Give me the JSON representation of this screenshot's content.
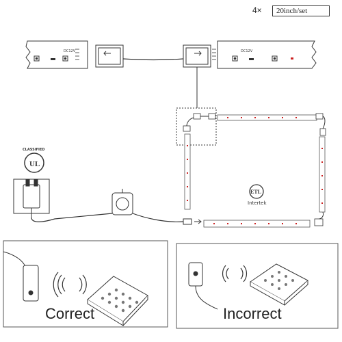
{
  "header": {
    "quantity": "4×",
    "length_per_set": "20inch/set"
  },
  "strip": {
    "voltage_label_left": "DC12V",
    "voltage_label_right": "DC12V"
  },
  "certifications": {
    "ul_top": "CLASSIFIED",
    "ul_mark": "UL",
    "etl_brand": "Intertek",
    "etl_mark": "ETL"
  },
  "placement": {
    "correct_label": "Correct",
    "incorrect_label": "Incorrect"
  },
  "colors": {
    "line": "#333333",
    "led_red": "#cc2222",
    "border": "#555555"
  }
}
